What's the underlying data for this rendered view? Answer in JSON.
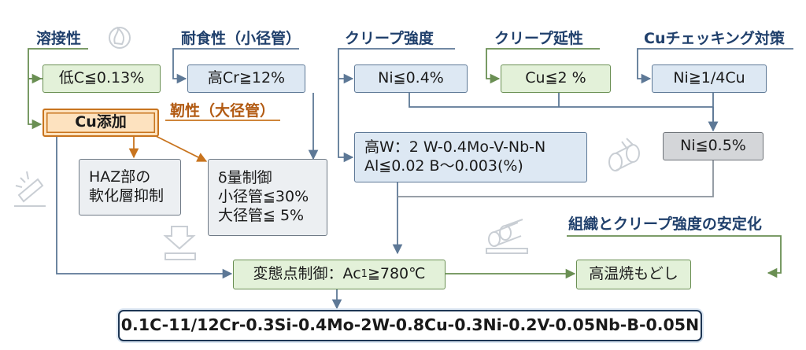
{
  "colors": {
    "green_line": "#6a8f53",
    "blue_line": "#5d7896",
    "orange_line": "#c8741e",
    "grey_line": "#8a939c"
  },
  "headers": {
    "weldability": "溶接性",
    "corrosion": "耐食性（小径管）",
    "toughness": "靭性（大径管）",
    "creep_strength": "クリープ強度",
    "creep_ductility": "クリープ延性",
    "cu_checking": "Cuチェッキング対策",
    "stability": "組織とクリープ強度の安定化"
  },
  "boxes": {
    "low_c": "低C≦0.13%",
    "high_cr": "高Cr≧12%",
    "ni_04": "Ni≦0.4%",
    "cu_2": "Cu≦2 %",
    "ni_quarter_cu": "Ni≧1/4Cu",
    "cu_addition": "Cu添加",
    "haz": [
      "HAZ部の",
      "軟化層抑制"
    ],
    "delta_ferrite": [
      "δ量制御",
      "小径管≦30%",
      "大径管≦ 5%"
    ],
    "high_w": [
      "高W：2 W-0.4Mo-V-Nb-N",
      "Al≦0.02  B〜0.003(%)"
    ],
    "ni_05": "Ni≦0.5%",
    "transformation_prefix": "変態点制御：Ac",
    "transformation_sub": "1",
    "transformation_suffix": "≧780℃",
    "tempering": "高温焼もどし",
    "final": "0.1C-11/12Cr-0.3Si-0.4Mo-2W-0.8Cu-0.3Ni-0.2V-0.05Nb-B-0.05N"
  },
  "icons": [
    "flame-icon",
    "welding-spark-icon",
    "press-icon",
    "pipe-coil-icon",
    "pipe-stack-icon"
  ]
}
